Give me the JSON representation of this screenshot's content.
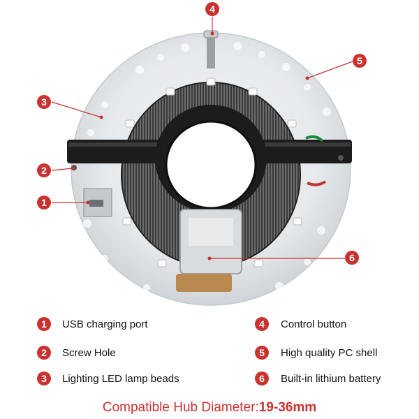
{
  "callouts": [
    {
      "number": "1",
      "label": "USB charging port"
    },
    {
      "number": "2",
      "label": "Screw Hole"
    },
    {
      "number": "3",
      "label": "Lighting LED lamp beads"
    },
    {
      "number": "4",
      "label": "Control button"
    },
    {
      "number": "5",
      "label": "High quality PC shell"
    },
    {
      "number": "6",
      "label": "Built-in lithium battery"
    }
  ],
  "caption": {
    "prefix": "Compatible Hub Diameter:",
    "value": "19-36mm"
  },
  "colors": {
    "accent": "#c9322f",
    "clamp": "#1c1c1c",
    "shell": "#e9ecef"
  }
}
